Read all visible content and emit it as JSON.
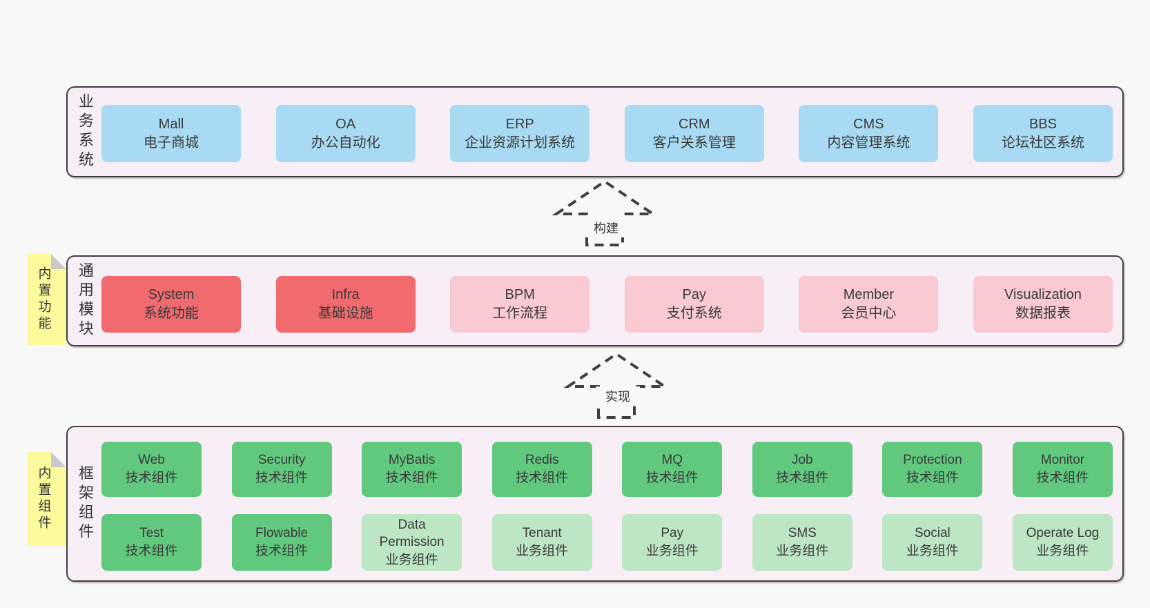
{
  "page": {
    "background": "#f8f8f8"
  },
  "colors": {
    "blue": "#a9daf3",
    "red": "#f06a6e",
    "pink": "#f9cad2",
    "green": "#61c97d",
    "lightgreen": "#bce6c4",
    "container_fill": "#f8eef6",
    "container_border": "#404040",
    "note_yellow": "#fbfb9e",
    "note_fold_gray": "#c9c9c9",
    "arrow_dash": "#3f3f3f",
    "text": "#3a3a3a"
  },
  "arrows": [
    {
      "label": "构建"
    },
    {
      "label": "实现"
    }
  ],
  "layers": [
    {
      "key": "business",
      "label": "业务系统",
      "note": null,
      "rows": [
        [
          {
            "name": "Mall",
            "desc": "电子商城",
            "variant": "blue"
          },
          {
            "name": "OA",
            "desc": "办公自动化",
            "variant": "blue"
          },
          {
            "name": "ERP",
            "desc": "企业资源计划系统",
            "variant": "blue"
          },
          {
            "name": "CRM",
            "desc": "客户关系管理",
            "variant": "blue"
          },
          {
            "name": "CMS",
            "desc": "内容管理系统",
            "variant": "blue"
          },
          {
            "name": "BBS",
            "desc": "论坛社区系统",
            "variant": "blue"
          }
        ]
      ]
    },
    {
      "key": "modules",
      "label": "通用模块",
      "note": "内置功能",
      "rows": [
        [
          {
            "name": "System",
            "desc": "系统功能",
            "variant": "red"
          },
          {
            "name": "Infra",
            "desc": "基础设施",
            "variant": "red"
          },
          {
            "name": "BPM",
            "desc": "工作流程",
            "variant": "pink"
          },
          {
            "name": "Pay",
            "desc": "支付系统",
            "variant": "pink"
          },
          {
            "name": "Member",
            "desc": "会员中心",
            "variant": "pink"
          },
          {
            "name": "Visualization",
            "desc": "数据报表",
            "variant": "pink"
          }
        ]
      ]
    },
    {
      "key": "components",
      "label": "框架组件",
      "note": "内置组件",
      "rows": [
        [
          {
            "name": "Web",
            "desc": "技术组件",
            "variant": "green"
          },
          {
            "name": "Security",
            "desc": "技术组件",
            "variant": "green"
          },
          {
            "name": "MyBatis",
            "desc": "技术组件",
            "variant": "green"
          },
          {
            "name": "Redis",
            "desc": "技术组件",
            "variant": "green"
          },
          {
            "name": "MQ",
            "desc": "技术组件",
            "variant": "green"
          },
          {
            "name": "Job",
            "desc": "技术组件",
            "variant": "green"
          },
          {
            "name": "Protection",
            "desc": "技术组件",
            "variant": "green"
          },
          {
            "name": "Monitor",
            "desc": "技术组件",
            "variant": "green"
          }
        ],
        [
          {
            "name": "Test",
            "desc": "技术组件",
            "variant": "green"
          },
          {
            "name": "Flowable",
            "desc": "技术组件",
            "variant": "green"
          },
          {
            "name": "Data Permission",
            "desc": "业务组件",
            "variant": "lightgreen"
          },
          {
            "name": "Tenant",
            "desc": "业务组件",
            "variant": "lightgreen"
          },
          {
            "name": "Pay",
            "desc": "业务组件",
            "variant": "lightgreen"
          },
          {
            "name": "SMS",
            "desc": "业务组件",
            "variant": "lightgreen"
          },
          {
            "name": "Social",
            "desc": "业务组件",
            "variant": "lightgreen"
          },
          {
            "name": "Operate Log",
            "desc": "业务组件",
            "variant": "lightgreen"
          }
        ]
      ]
    }
  ]
}
